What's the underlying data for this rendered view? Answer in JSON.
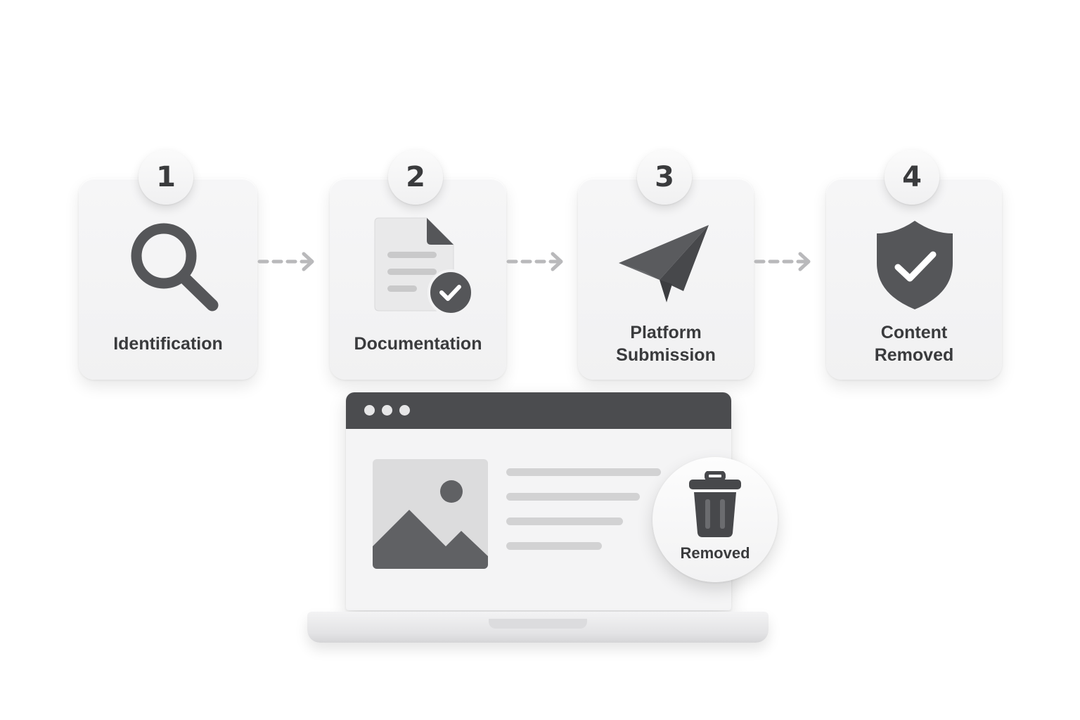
{
  "steps": [
    {
      "number": "1",
      "label_lines": [
        "Identification"
      ],
      "icon": "magnifier-icon"
    },
    {
      "number": "2",
      "label_lines": [
        "Documentation"
      ],
      "icon": "document-check-icon"
    },
    {
      "number": "3",
      "label_lines": [
        "Platform",
        "Submission"
      ],
      "icon": "paper-plane-icon"
    },
    {
      "number": "4",
      "label_lines": [
        "Content",
        "Removed"
      ],
      "icon": "shield-check-icon"
    }
  ],
  "removed_badge": {
    "label": "Removed",
    "icon": "trash-icon"
  },
  "colors": {
    "icon_dark": "#555659",
    "card_bg": "#f3f3f4",
    "arrow": "#b9b9bb",
    "placeholder": "#d2d2d3"
  }
}
